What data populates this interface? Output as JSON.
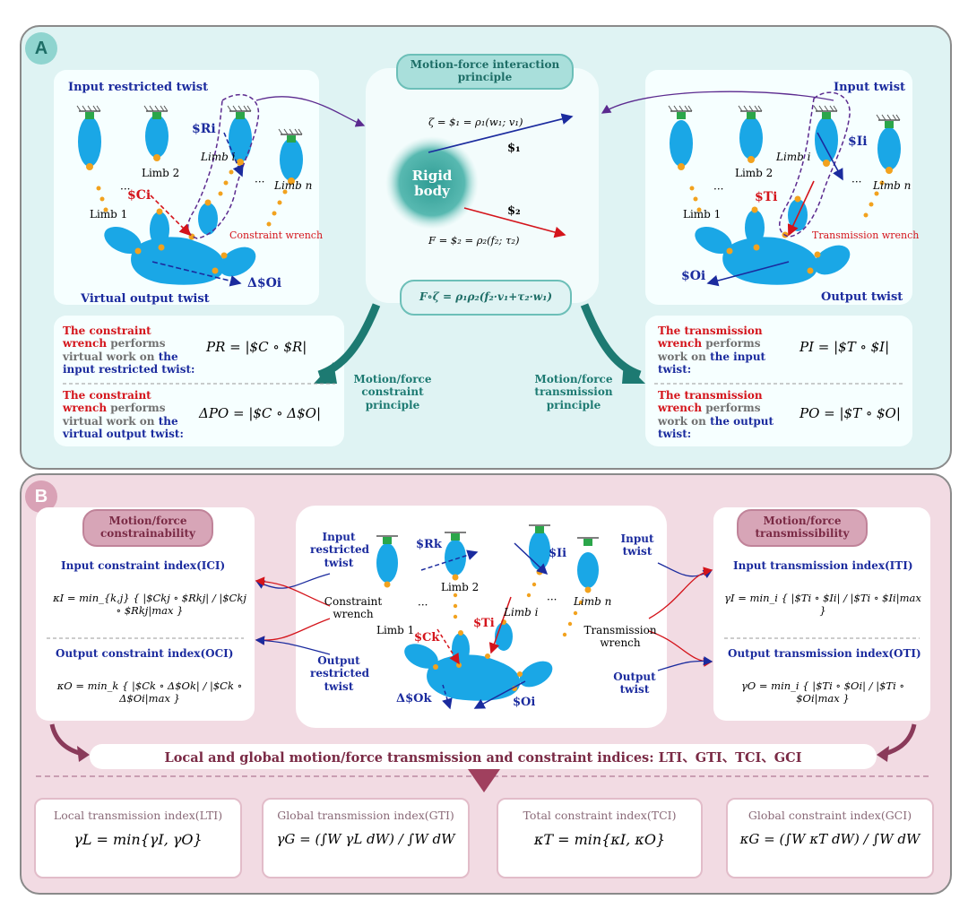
{
  "panel_a": {
    "badge": "A",
    "center_title": "Motion-force interaction principle",
    "zeta_eq": "ζ = $₁ = ρ₁(w₁;  v₁)",
    "s1_label": "$₁",
    "rigid_body": "Rigid body",
    "s2_label": "$₂",
    "force_eq": "F = $₂ = ρ₂(f₂;  τ₂)",
    "power_eq": "F∘ζ = ρ₁ρ₂(f₂·v₁+τ₂·w₁)",
    "left_diagram": {
      "title": "Input restricted twist",
      "sr": "$Ri",
      "sc": "$Ci",
      "limb1": "Limb 1",
      "limb2": "Limb 2",
      "limbi": "Limb i",
      "limbn": "Limb n",
      "dots": "···",
      "constraint_wrench": "Constraint wrench",
      "delta_so": "Δ$Oi",
      "bottom": "Virtual output twist"
    },
    "right_diagram": {
      "title": "Input twist",
      "si": "$Ii",
      "st": "$Ti",
      "limb1": "Limb 1",
      "limb2": "Limb 2",
      "limbi": "Limb i",
      "limbn": "Limb n",
      "dots": "···",
      "transmission_wrench": "Transmission wrench",
      "so": "$Oi",
      "bottom": "Output twist"
    },
    "left_formulas": {
      "row1_red": "The constraint wrench",
      "row1_grey": " performs virtual work on ",
      "row1_blue": "the input restricted twist:",
      "row1_eq": "PR = |$C ∘ $R|",
      "row2_red": "The constraint wrench",
      "row2_grey": " performs virtual work on ",
      "row2_blue": "the virtual output twist:",
      "row2_eq": "ΔPO = |$C ∘ Δ$O|"
    },
    "right_formulas": {
      "row1_red": "The transmission wrench",
      "row1_grey": " performs work on ",
      "row1_blue": "the input twist:",
      "row1_eq": "PI = |$T ∘ $I|",
      "row2_red": "The  transmission wrench",
      "row2_grey": " performs work on ",
      "row2_blue": "the output twist:",
      "row2_eq": "PO = |$T ∘ $O|"
    },
    "constraint_principle": "Motion/force constraint principle",
    "transmission_principle": "Motion/force transmission principle"
  },
  "panel_b": {
    "badge": "B",
    "left_title": "Motion/force constrainability",
    "ici_title": "Input constraint index(ICI)",
    "ici_eq": "κI = min_{k,j} { |$Ckj ∘ $Rkj| / |$Ckj ∘ $Rkj|max }",
    "oci_title": "Output constraint index(OCI)",
    "oci_eq": "κO = min_k { |$Ck ∘ Δ$Ok| / |$Ck ∘ Δ$Oi|max }",
    "right_title": "Motion/force transmissibility",
    "iti_title": "Input transmission index(ITI)",
    "iti_eq": "γI = min_i { |$Ti ∘ $Ii| / |$Ti ∘ $Ii|max }",
    "oti_title": "Output transmission index(OTI)",
    "oti_eq": "γO = min_i { |$Ti ∘ $Oi| / |$Ti ∘ $Oi|max }",
    "mid": {
      "input_restricted_twist": "Input restricted twist",
      "constraint_wrench": "Constraint wrench",
      "output_restricted_twist": "Output restricted twist",
      "input_twist": "Input twist",
      "transmission_wrench": "Transmission wrench",
      "output_twist": "Output twist",
      "srk": "$Rk",
      "sii": "$Ii",
      "sck": "$Ck",
      "sti": "$Ti",
      "dsok": "Δ$Ok",
      "soi": "$Oi",
      "limb1": "Limb 1",
      "limb2": "Limb 2",
      "limbi": "Limb i",
      "limbn": "Limb n",
      "dots": "···"
    },
    "banner": "Local and global motion/force transmission and constraint indices: LTI、GTI、TCI、GCI",
    "boxes": [
      {
        "title": "Local transmission index(LTI)",
        "eq": "γL = min{γI,   γO}"
      },
      {
        "title": "Global transmission index(GTI)",
        "eq": "γG = (∫W γL dW) / ∫W dW"
      },
      {
        "title": "Total constraint index(TCI)",
        "eq": "κT = min{κI,   κO}"
      },
      {
        "title": "Global constraint index(GCI)",
        "eq": "κG = (∫W κT dW) / ∫W dW"
      }
    ]
  },
  "colors": {
    "teal": "#1d7a72",
    "limb_blue": "#1aa7e6",
    "joint_orange": "#f2a21e",
    "red": "#d4141b",
    "navy": "#1b2b9e",
    "pink_panel": "#f2dbe3",
    "cyan_panel": "#dff3f3"
  }
}
